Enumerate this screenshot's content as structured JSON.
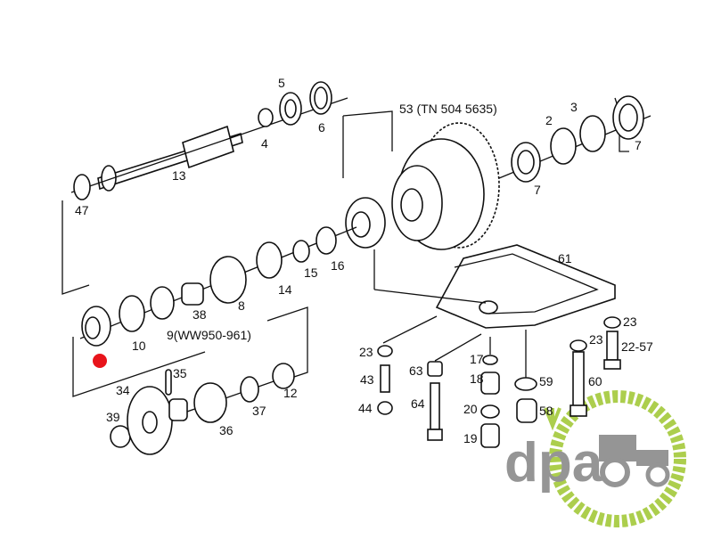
{
  "diagram": {
    "labels": {
      "p5": "5",
      "p4": "4",
      "p6": "6",
      "p13": "13",
      "p47": "47",
      "p53": "53 (TN 504 5635)",
      "p2": "2",
      "p3": "3",
      "p7a": "7",
      "p7b": "7",
      "p10": "10",
      "p38": "38",
      "p8": "8",
      "p14": "14",
      "p15": "15",
      "p16": "16",
      "p61": "61",
      "p9": "9(WW950-961)",
      "p35": "35",
      "p34": "34",
      "p39": "39",
      "p36": "36",
      "p37": "37",
      "p12": "12",
      "p23a": "23",
      "p43": "43",
      "p44": "44",
      "p63": "63",
      "p64": "64",
      "p17": "17",
      "p18": "18",
      "p20": "20",
      "p19": "19",
      "p59": "59",
      "p58": "58",
      "p60": "60",
      "p23b": "23",
      "p23c": "23",
      "p2257": "22-57"
    },
    "marker_color": "#e8141b"
  },
  "logo": {
    "text": "dpa",
    "text_color": "#8a8a8a",
    "accent_color": "#a4c93a"
  }
}
